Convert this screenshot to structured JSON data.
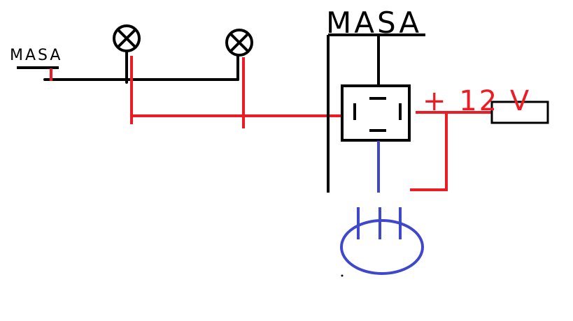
{
  "diagram": {
    "labels": {
      "ground_left": "MASA",
      "ground_top": "MASA",
      "supply": "+ 12 V"
    },
    "components": {
      "lamp_1": "lamp-icon",
      "lamp_2": "lamp-icon",
      "relay": "relay-box",
      "switch": "switch-ellipse",
      "battery_terminal": "battery-terminal"
    },
    "colors": {
      "black_wire": "#000000",
      "red_wire": "#ed1c24",
      "blue_wire": "#3f48cc",
      "background": "#ffffff"
    }
  }
}
